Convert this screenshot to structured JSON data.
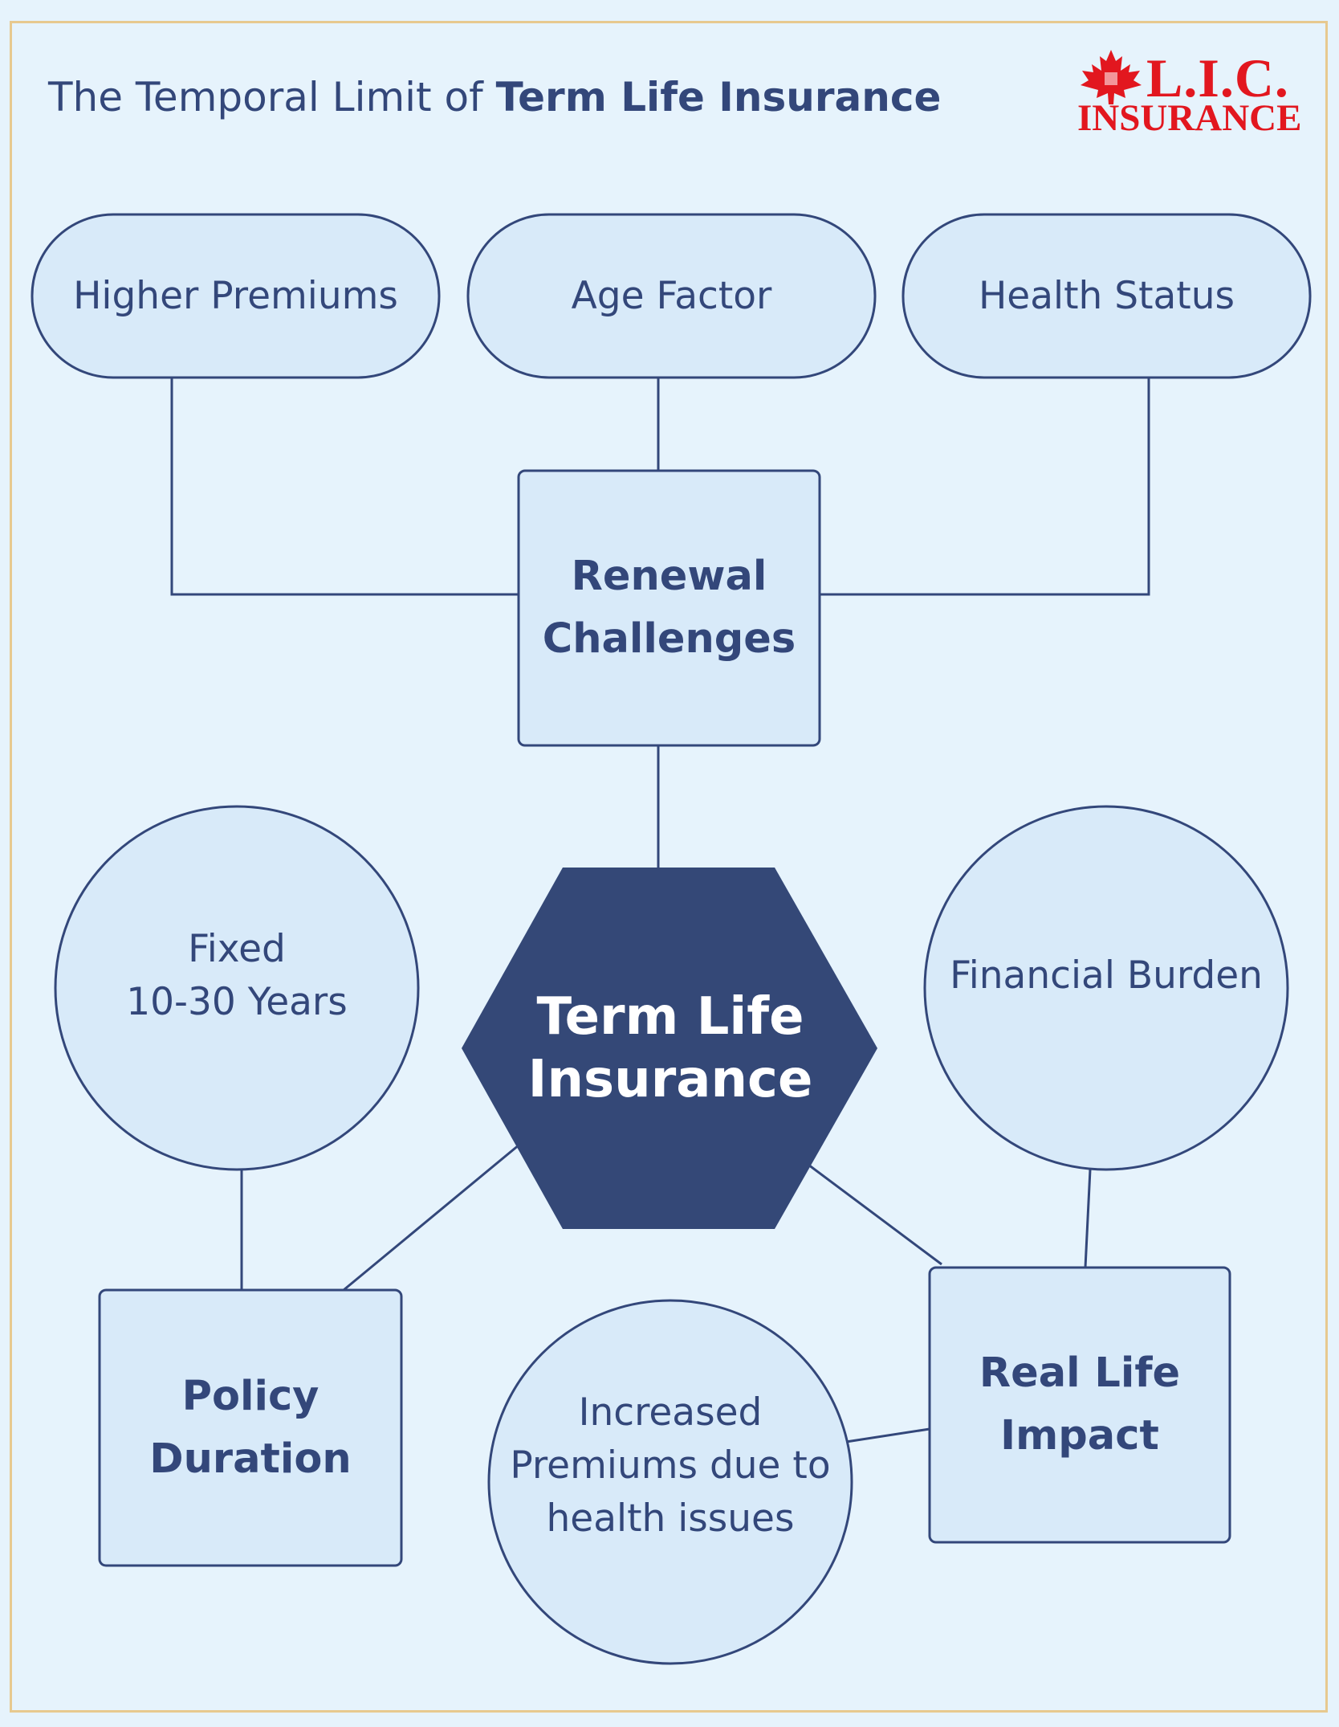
{
  "title": {
    "prefix": "The Temporal Limit of ",
    "emphasis": "Term Life Insurance"
  },
  "logo": {
    "brand": "L.I.C.",
    "sub": "INSURANCE"
  },
  "nodes": {
    "higher_premiums": "Higher Premiums",
    "age_factor": "Age Factor",
    "health_status": "Health Status",
    "renewal_challenges": "Renewal\nChallenges",
    "term_life_insurance": "Term Life\nInsurance",
    "fixed_years": "Fixed\n10-30 Years",
    "financial_burden": "Financial Burden",
    "policy_duration": "Policy\nDuration",
    "real_life_impact": "Real Life\nImpact",
    "increased_premiums": "Increased\nPremiums due to\nhealth issues"
  },
  "colors": {
    "background": "#e6f3fc",
    "node_fill": "#d8eaf9",
    "stroke": "#33477a",
    "center_fill": "#344877",
    "frame": "#e7c98f",
    "logo": "#e2171f"
  }
}
